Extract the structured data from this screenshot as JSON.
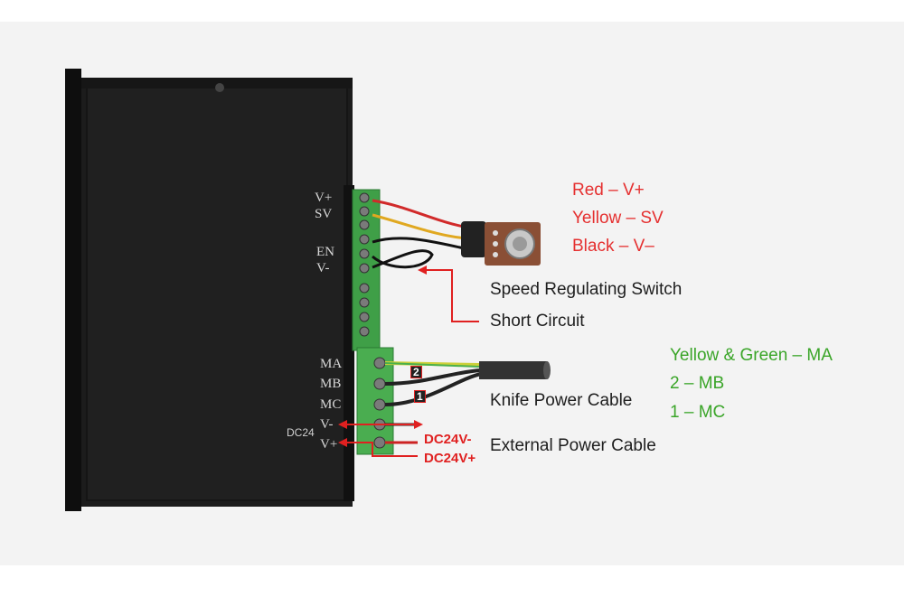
{
  "potentiometer_labels": [
    "Red – V+",
    "Yellow – SV",
    "Black – V–"
  ],
  "callouts": {
    "speed_switch": "Speed Regulating Switch",
    "short_circuit": "Short Circuit",
    "knife_power": "Knife Power Cable",
    "external_power": "External Power Cable"
  },
  "motor_labels": [
    "Yellow & Green – MA",
    "2 – MB",
    "1 – MC"
  ],
  "power_labels": {
    "negative": "DC24V-",
    "positive": "DC24V+"
  },
  "terminal_labels": {
    "upper": [
      "V+",
      "SV",
      "EN",
      "V-"
    ],
    "lower": [
      "MA",
      "MB",
      "MC",
      "V-",
      "V+"
    ],
    "dc24": "DC24"
  },
  "wire_markers": [
    "2",
    "1"
  ],
  "colors": {
    "accent_red": "#e53030",
    "accent_green": "#3aa528",
    "terminal_green": "#4caf50",
    "housing": "#1b1b1b"
  }
}
